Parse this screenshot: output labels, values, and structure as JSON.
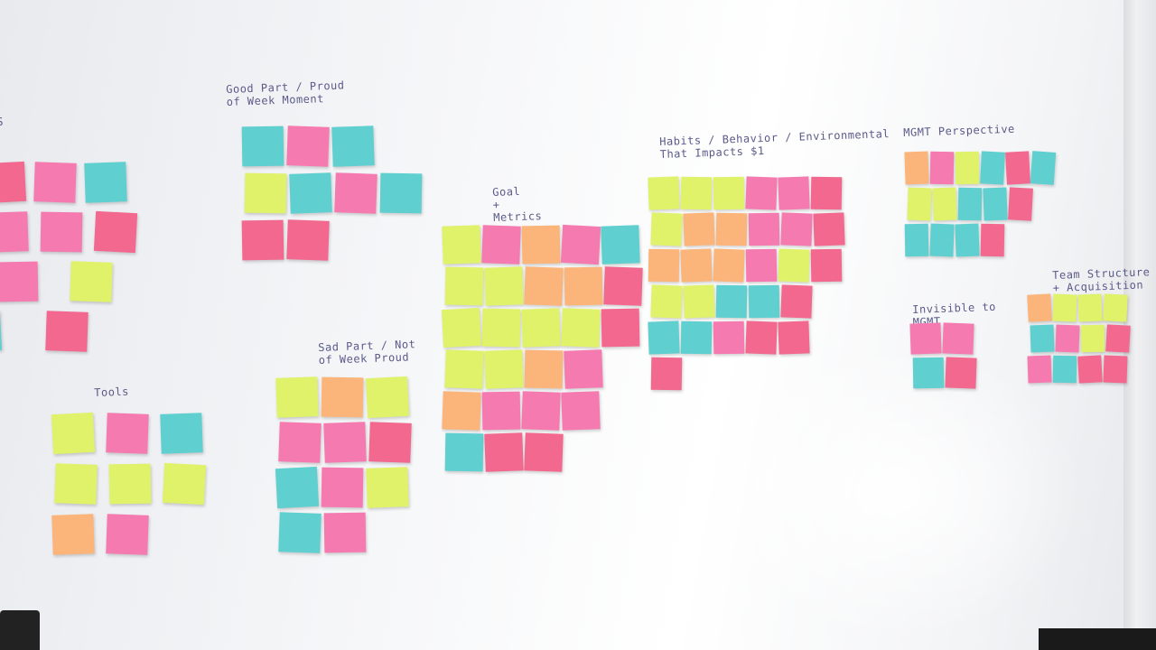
{
  "colors": {
    "pink": "#f57ab0",
    "hot": "#f2688f",
    "lime": "#dff26a",
    "teal": "#5fcfcf",
    "orange": "#fbb47a"
  },
  "headers": {
    "good_part": "Good Part / Proud\nof Week Moment",
    "goal_metrics": "Goal\n+\nMetrics",
    "habits": "Habits / Behavior / Environmental\nThat Impacts $1",
    "mgmt_perspective": "MGMT Perspective",
    "team_structure": "Team Structure\n+ Acquisition",
    "invisible_mgmt": "Invisible to\nMGMT",
    "sad_part": "Sad Part / Not\nof Week   Proud",
    "tools": "Tools",
    "cut_off_s": "S"
  },
  "clusters": [
    {
      "name": "left-edge",
      "notes": [
        {
          "c": "hot",
          "r": -3
        },
        {
          "c": "pink",
          "r": 2
        },
        {
          "c": "teal",
          "r": -2
        },
        {
          "c": "pink",
          "r": -2
        },
        {
          "c": "pink",
          "r": 1
        },
        {
          "c": "hot",
          "r": 3
        },
        {
          "c": "pink",
          "r": -1
        },
        {
          "c": "lime",
          "r": 2
        },
        {
          "c": "teal",
          "r": -3
        },
        {
          "c": "hot",
          "r": 2
        }
      ]
    },
    {
      "name": "good-part",
      "notes": [
        {
          "c": "teal",
          "r": -1
        },
        {
          "c": "pink",
          "r": 2
        },
        {
          "c": "teal",
          "r": -2
        },
        {
          "c": "lime",
          "r": 1
        },
        {
          "c": "teal",
          "r": -2
        },
        {
          "c": "pink",
          "r": 2
        },
        {
          "c": "teal",
          "r": 1
        },
        {
          "c": "hot",
          "r": -1
        },
        {
          "c": "hot",
          "r": 2
        }
      ]
    },
    {
      "name": "tools",
      "notes": [
        {
          "c": "lime",
          "r": -3
        },
        {
          "c": "pink",
          "r": 2
        },
        {
          "c": "teal",
          "r": -2
        },
        {
          "c": "lime",
          "r": 2
        },
        {
          "c": "lime",
          "r": -1
        },
        {
          "c": "lime",
          "r": 3
        },
        {
          "c": "orange",
          "r": -2
        },
        {
          "c": "pink",
          "r": 2
        }
      ]
    },
    {
      "name": "sad-part",
      "notes": [
        {
          "c": "lime",
          "r": -2
        },
        {
          "c": "orange",
          "r": 1
        },
        {
          "c": "lime",
          "r": -3
        },
        {
          "c": "pink",
          "r": 2
        },
        {
          "c": "pink",
          "r": -2
        },
        {
          "c": "hot",
          "r": 2
        },
        {
          "c": "teal",
          "r": -3
        },
        {
          "c": "pink",
          "r": 1
        },
        {
          "c": "lime",
          "r": -2
        },
        {
          "c": "teal",
          "r": 2
        },
        {
          "c": "pink",
          "r": -1
        }
      ]
    },
    {
      "name": "goal-metrics",
      "notes": [
        {
          "c": "lime",
          "r": -2
        },
        {
          "c": "pink",
          "r": 2
        },
        {
          "c": "orange",
          "r": -1
        },
        {
          "c": "pink",
          "r": 3
        },
        {
          "c": "teal",
          "r": -2
        },
        {
          "c": "lime",
          "r": 1
        },
        {
          "c": "lime",
          "r": -2
        },
        {
          "c": "orange",
          "r": 2
        },
        {
          "c": "orange",
          "r": -1
        },
        {
          "c": "hot",
          "r": 2
        },
        {
          "c": "lime",
          "r": -3
        },
        {
          "c": "lime",
          "r": 1
        },
        {
          "c": "lime",
          "r": -2
        },
        {
          "c": "lime",
          "r": 2
        },
        {
          "c": "hot",
          "r": -1
        },
        {
          "c": "lime",
          "r": 2
        },
        {
          "c": "lime",
          "r": -2
        },
        {
          "c": "orange",
          "r": 1
        },
        {
          "c": "pink",
          "r": -2
        },
        {
          "c": "orange",
          "r": 2
        },
        {
          "c": "pink",
          "r": -1
        },
        {
          "c": "pink",
          "r": 2
        },
        {
          "c": "pink",
          "r": -2
        },
        {
          "c": "teal",
          "r": 1
        },
        {
          "c": "hot",
          "r": -2
        },
        {
          "c": "hot",
          "r": 2
        }
      ]
    },
    {
      "name": "habits",
      "notes": [
        {
          "c": "lime",
          "r": -2
        },
        {
          "c": "lime",
          "r": 1
        },
        {
          "c": "lime",
          "r": -1
        },
        {
          "c": "pink",
          "r": 2
        },
        {
          "c": "pink",
          "r": -2
        },
        {
          "c": "hot",
          "r": 1
        },
        {
          "c": "lime",
          "r": 2
        },
        {
          "c": "orange",
          "r": -2
        },
        {
          "c": "orange",
          "r": 1
        },
        {
          "c": "pink",
          "r": -1
        },
        {
          "c": "pink",
          "r": 2
        },
        {
          "c": "hot",
          "r": -2
        },
        {
          "c": "orange",
          "r": 1
        },
        {
          "c": "orange",
          "r": -2
        },
        {
          "c": "orange",
          "r": 2
        },
        {
          "c": "pink",
          "r": -1
        },
        {
          "c": "lime",
          "r": 2
        },
        {
          "c": "hot",
          "r": -1
        },
        {
          "c": "lime",
          "r": 2
        },
        {
          "c": "lime",
          "r": -2
        },
        {
          "c": "teal",
          "r": 1
        },
        {
          "c": "teal",
          "r": -1
        },
        {
          "c": "hot",
          "r": 2
        },
        {
          "c": "teal",
          "r": -2
        },
        {
          "c": "teal",
          "r": 1
        },
        {
          "c": "pink",
          "r": -1
        },
        {
          "c": "hot",
          "r": 2
        },
        {
          "c": "hot",
          "r": -2
        },
        {
          "c": "hot",
          "r": 1
        }
      ]
    },
    {
      "name": "mgmt-perspective",
      "notes": [
        {
          "c": "orange",
          "r": -2
        },
        {
          "c": "pink",
          "r": 1
        },
        {
          "c": "lime",
          "r": -1
        },
        {
          "c": "teal",
          "r": 3
        },
        {
          "c": "hot",
          "r": -3
        },
        {
          "c": "teal",
          "r": 4
        },
        {
          "c": "lime",
          "r": 2
        },
        {
          "c": "lime",
          "r": -2
        },
        {
          "c": "teal",
          "r": 1
        },
        {
          "c": "teal",
          "r": -2
        },
        {
          "c": "hot",
          "r": 3
        },
        {
          "c": "teal",
          "r": -1
        },
        {
          "c": "teal",
          "r": 2
        },
        {
          "c": "teal",
          "r": -2
        },
        {
          "c": "hot",
          "r": 1
        }
      ]
    },
    {
      "name": "invisible-mgmt",
      "notes": [
        {
          "c": "pink",
          "r": -2
        },
        {
          "c": "pink",
          "r": 2
        },
        {
          "c": "teal",
          "r": -1
        },
        {
          "c": "hot",
          "r": 2
        }
      ]
    },
    {
      "name": "team-structure",
      "notes": [
        {
          "c": "orange",
          "r": -3
        },
        {
          "c": "lime",
          "r": 2
        },
        {
          "c": "lime",
          "r": -2
        },
        {
          "c": "lime",
          "r": 3
        },
        {
          "c": "teal",
          "r": -2
        },
        {
          "c": "pink",
          "r": 2
        },
        {
          "c": "lime",
          "r": -1
        },
        {
          "c": "hot",
          "r": 3
        },
        {
          "c": "pink",
          "r": -2
        },
        {
          "c": "teal",
          "r": 1
        },
        {
          "c": "hot",
          "r": -3
        },
        {
          "c": "hot",
          "r": 2
        }
      ]
    }
  ]
}
